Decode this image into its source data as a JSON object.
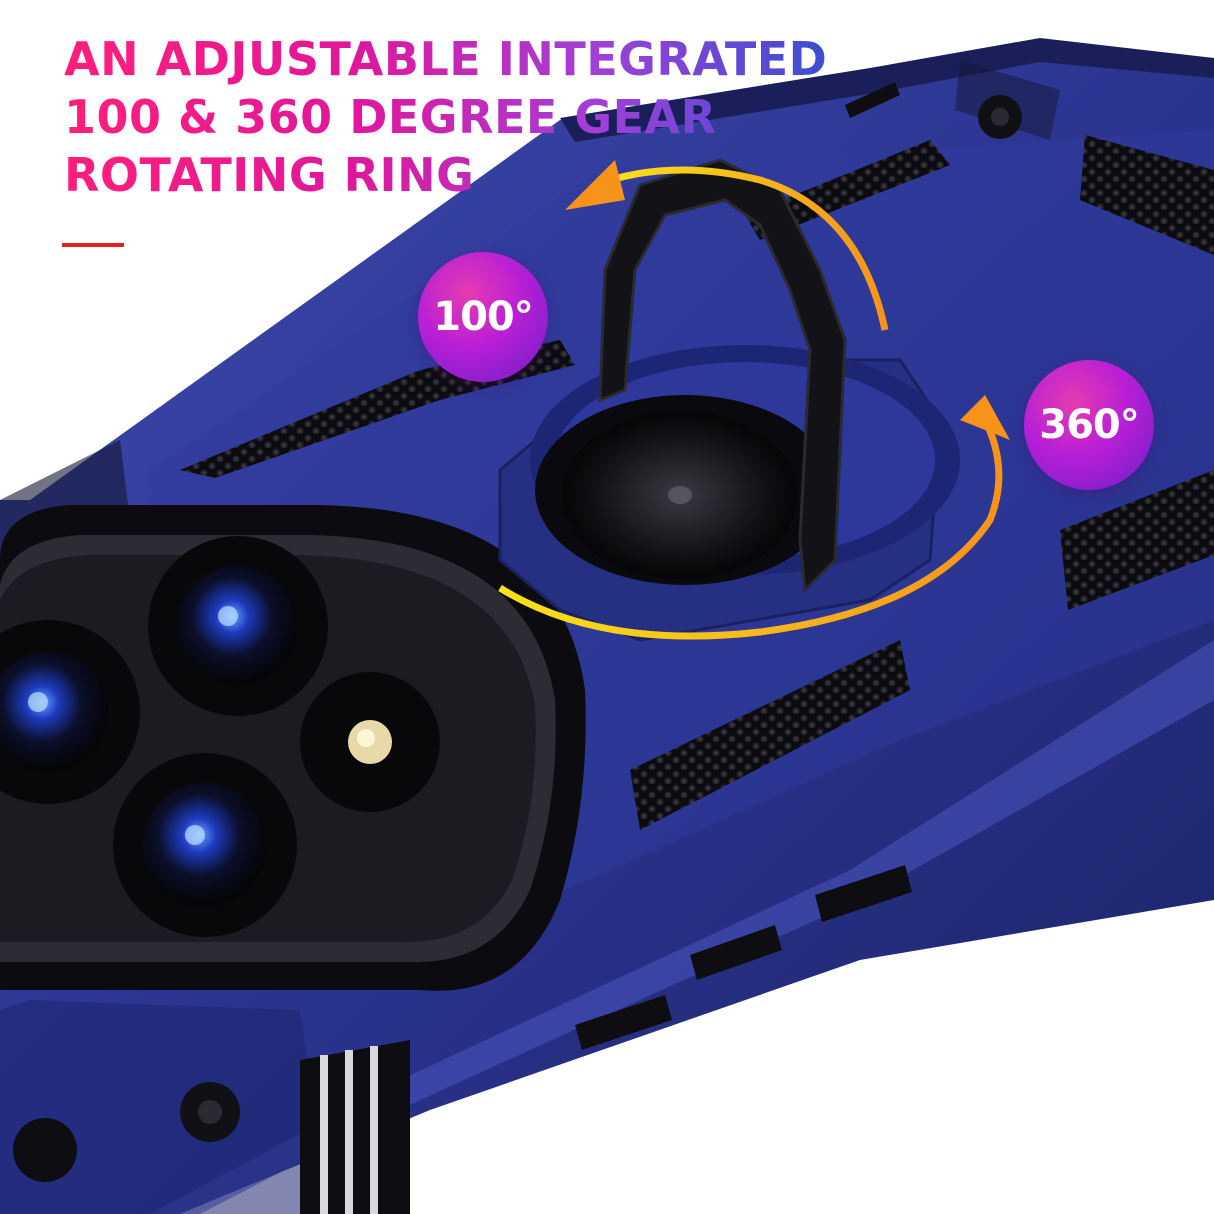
{
  "headline": {
    "line1": "AN ADJUSTABLE INTEGRATED",
    "line2": "100 & 360 DEGREE GEAR",
    "line3": "ROTATING RING"
  },
  "badges": {
    "tilt": "100°",
    "rotation": "360°"
  },
  "colors": {
    "case_blue": "#2a3487",
    "case_blue_light": "#3b47a8",
    "black": "#0d0d12",
    "accent_red": "#e12222",
    "arrow_orange": "#f7a21b",
    "badge_purple": "#b81fd6"
  }
}
